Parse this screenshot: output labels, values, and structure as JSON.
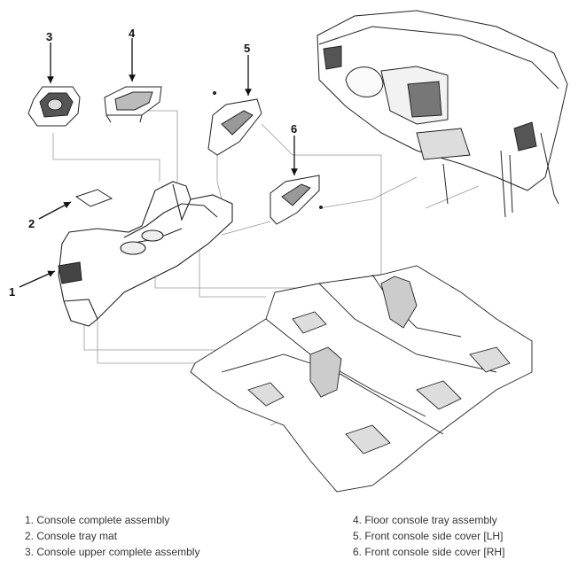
{
  "callouts": [
    "1",
    "2",
    "3",
    "4",
    "5",
    "6"
  ],
  "legend": [
    "1. Console complete assembly",
    "2. Console tray mat",
    "3. Console upper complete assembly",
    "4. Floor console tray assembly",
    "5. Front console side cover [LH]",
    "6. Front console side cover [RH]"
  ]
}
